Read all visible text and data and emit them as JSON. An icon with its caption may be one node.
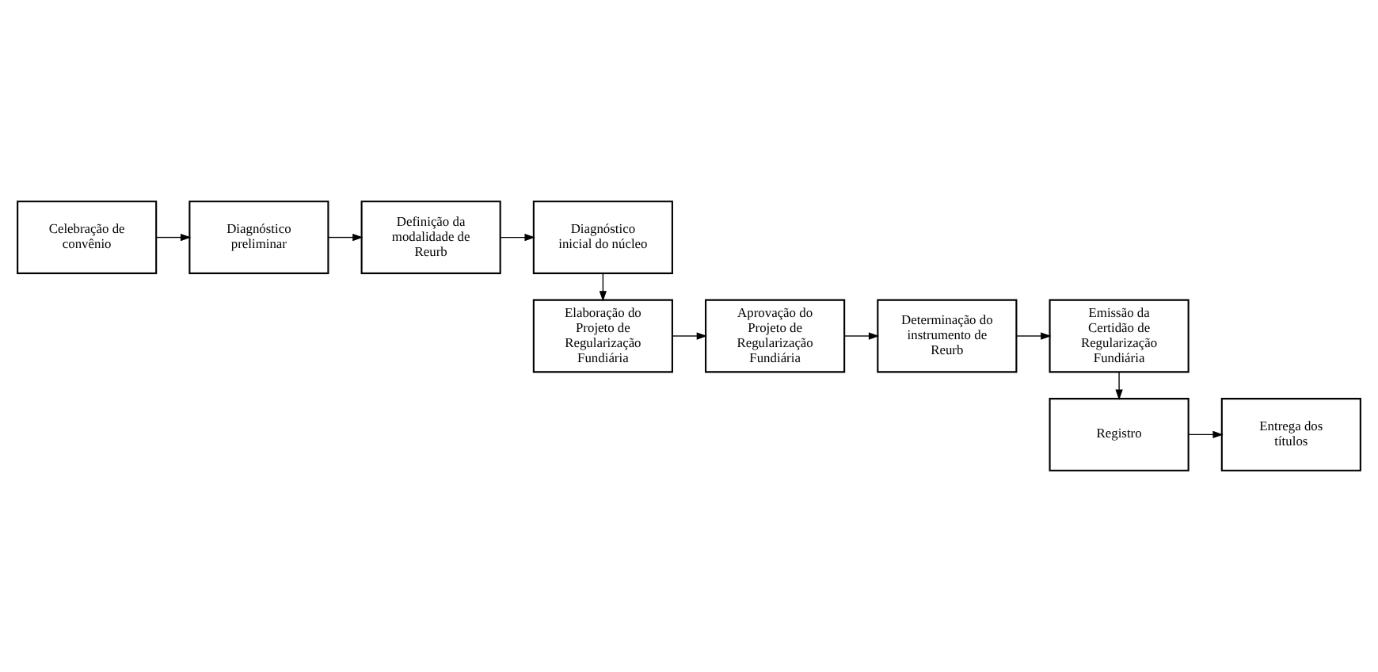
{
  "diagram": {
    "nodes": [
      {
        "text": [
          "Celebração de convênio"
        ]
      },
      {
        "text": [
          "Diagnóstico preliminar"
        ]
      },
      {
        "text": [
          "Definição da modalidade de Reurb"
        ]
      },
      {
        "text": [
          "Diagnóstico inicial do núcleo"
        ]
      },
      {
        "text": [
          "Elaboração do Projeto de Regularização Fundiária"
        ]
      },
      {
        "text": [
          "Aprovação do Projeto de Regularização Fundiária"
        ]
      },
      {
        "text": [
          "Determinação do instrumento de Reurb"
        ]
      },
      {
        "text": [
          "Emissão da Certidão de Regularização Fundiária"
        ]
      },
      {
        "text": [
          "Registro"
        ]
      },
      {
        "text": [
          "Entrega dos títulos"
        ]
      }
    ],
    "edges": [
      {
        "from": 0,
        "to": 1,
        "arrow": "to"
      },
      {
        "from": 1,
        "to": 2,
        "arrow": "to"
      },
      {
        "from": 2,
        "to": 3,
        "arrow": "to"
      },
      {
        "from": 3,
        "to": 4,
        "arrow": "to"
      },
      {
        "from": 4,
        "to": 5,
        "arrow": "to"
      },
      {
        "from": 5,
        "to": 6,
        "arrow": "to"
      },
      {
        "from": 6,
        "to": 7,
        "arrow": "to"
      },
      {
        "from": 7,
        "to": 8,
        "arrow": "to"
      },
      {
        "from": 8,
        "to": 9,
        "arrow": "to"
      }
    ]
  }
}
